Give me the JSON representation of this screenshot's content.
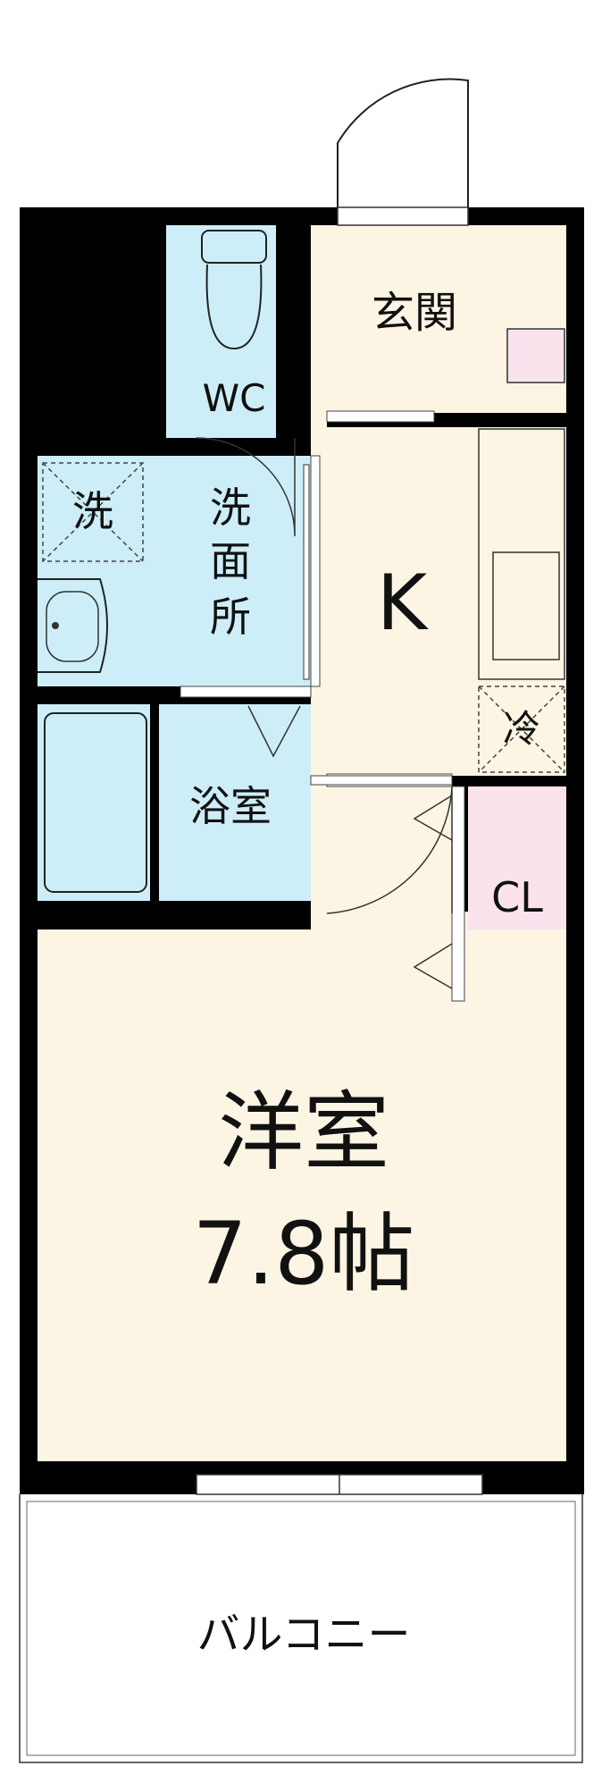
{
  "plan": {
    "rooms": {
      "wc": "WC",
      "genkan": "玄関",
      "washer": "洗",
      "washroom": "洗\n面\n所",
      "kitchen": "K",
      "fridge": "冷",
      "bath": "浴室",
      "closet": "CL",
      "western_name": "洋室",
      "western_size": "7.8帖",
      "balcony": "バルコニー"
    },
    "colors": {
      "wall": "#000000",
      "wet_area": "#cdeef8",
      "floor": "#fdf5e4",
      "closet": "#fbe3ee",
      "balcony": "#ffffff"
    }
  }
}
